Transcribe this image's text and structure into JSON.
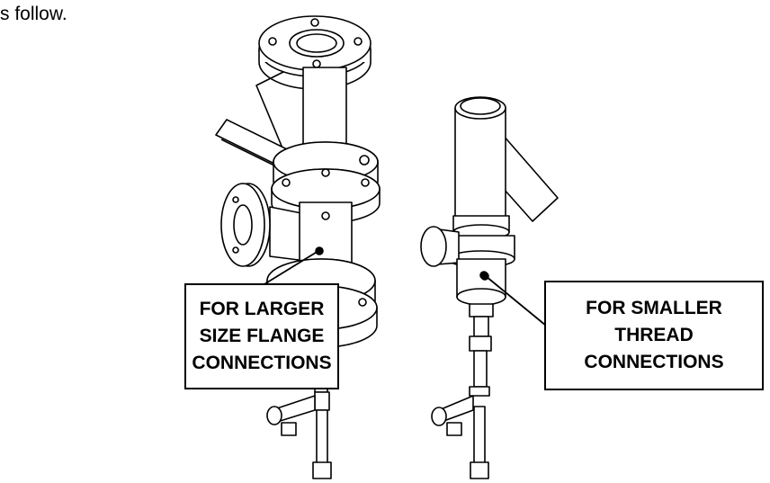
{
  "intro_text": "s follow.",
  "callouts": {
    "left": {
      "lines": [
        "FOR LARGER",
        "SIZE FLANGE",
        "CONNECTIONS"
      ]
    },
    "right": {
      "lines": [
        "FOR SMALLER",
        "THREAD",
        "CONNECTIONS"
      ]
    }
  },
  "colors": {
    "line": "#000000",
    "fill": "#ffffff"
  }
}
